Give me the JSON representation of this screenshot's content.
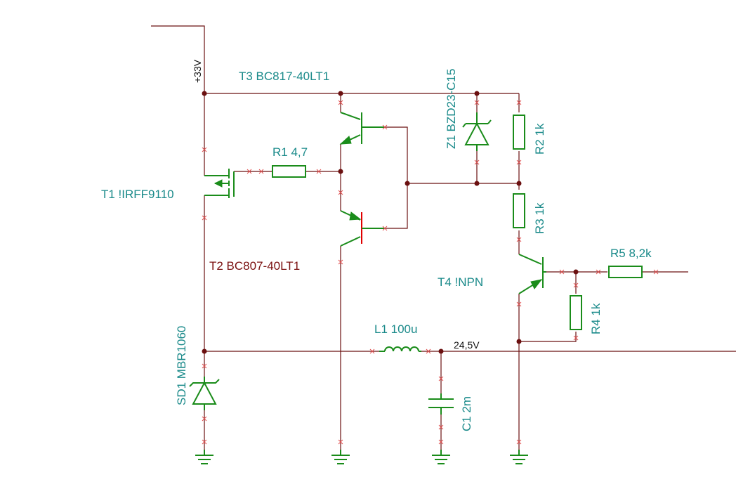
{
  "nets": {
    "supply": "+33V",
    "output": "24,5V"
  },
  "components": {
    "T1": "T1 !IRFF9110",
    "T2": "T2 BC807-40LT1",
    "T3": "T3 BC817-40LT1",
    "T4": "T4 !NPN",
    "R1": "R1 4,7",
    "R2": "R2 1k",
    "R3": "R3 1k",
    "R4": "R4 1k",
    "R5": "R5 8,2k",
    "Z1": "Z1 BZD23-C15",
    "SD1": "SD1 MBR1060",
    "L1": "L1 100u",
    "C1": "C1 2m"
  },
  "colors": {
    "wire": "#6b1010",
    "component": "#1a8c1a",
    "label": "#1a8a8a",
    "highlight": "#e00000"
  }
}
